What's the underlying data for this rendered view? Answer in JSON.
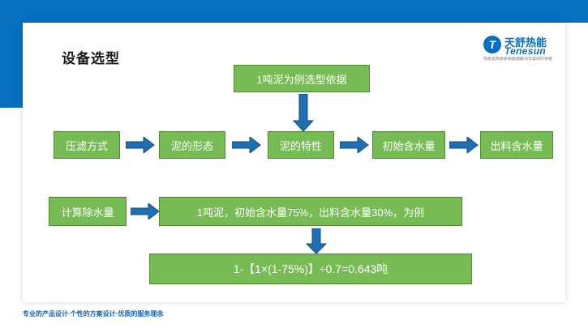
{
  "slide": {
    "title": "设备选型",
    "footer": "专业的产品设计·个性的方案设计·优质的服务理念",
    "colors": {
      "brand_blue": "#0570C0",
      "box_green": "#77BB55",
      "box_green_border": "#4E8B32",
      "arrow_blue": "#1F6FB5",
      "footer_blue": "#1664A8"
    }
  },
  "logo": {
    "mark": "T",
    "name_cn": "天舒热能",
    "name_en": "Tenesun",
    "tagline": "热泵及热泵系统能源解决方案的引领者"
  },
  "flow": {
    "top_note": "1吨泥为例选型依据",
    "row1": [
      {
        "label": "压滤方式"
      },
      {
        "label": "泥的形态"
      },
      {
        "label": "泥的特性"
      },
      {
        "label": "初始含水量"
      },
      {
        "label": "出料含水量"
      }
    ],
    "row2": [
      {
        "label": "计算除水量"
      },
      {
        "label": "1吨泥，初始含水量75%，出料含水量30%，为例"
      }
    ],
    "result": "1-【1×(1-75%)】÷0.7=0.643吨",
    "arrows": {
      "right1": "arrow-right-icon",
      "right2": "arrow-right-icon",
      "right3": "arrow-right-icon",
      "right4": "arrow-right-icon",
      "right5": "arrow-right-icon",
      "down_top": "arrow-down-icon",
      "down_bottom": "arrow-down-icon"
    }
  }
}
